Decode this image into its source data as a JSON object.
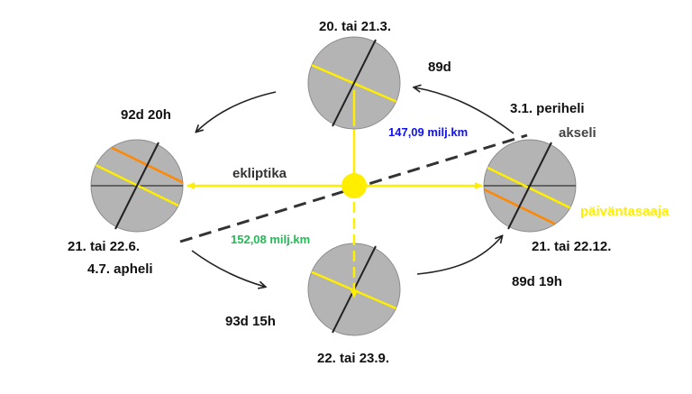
{
  "labels": {
    "spring_date": "20. tai 21.3.",
    "summer_date": "21. tai 22.6.",
    "autumn_date": "22. tai 23.9.",
    "winter_date": "21. tai 22.12.",
    "aphelion": "4.7. apheli",
    "perihelion": "3.1. periheli",
    "ecliptic": "ekliptika",
    "axis": "akseli",
    "equator": "päiväntasaaja",
    "dist_perihelion": "147,09 milj.km",
    "dist_aphelion": "152,08 milj.km",
    "dur_spring_summer": "92d 20h",
    "dur_summer_autumn": "93d 15h",
    "dur_autumn_winter": "89d 19h",
    "dur_winter_spring": "89d"
  },
  "colors": {
    "sun": "#ffee00",
    "ecliptic_line": "#ffee00",
    "equator_line": "#ffee00",
    "tropic_line": "#ff8800",
    "earth_fill": "#b4b4b4",
    "axis_line": "#222222",
    "apsis_line": "#333333",
    "dist_perihelion_text": "#1010ee",
    "dist_aphelion_text": "#22bb55",
    "equator_text": "#ffee00",
    "label_text": "#111111",
    "axis_text": "#444444"
  }
}
